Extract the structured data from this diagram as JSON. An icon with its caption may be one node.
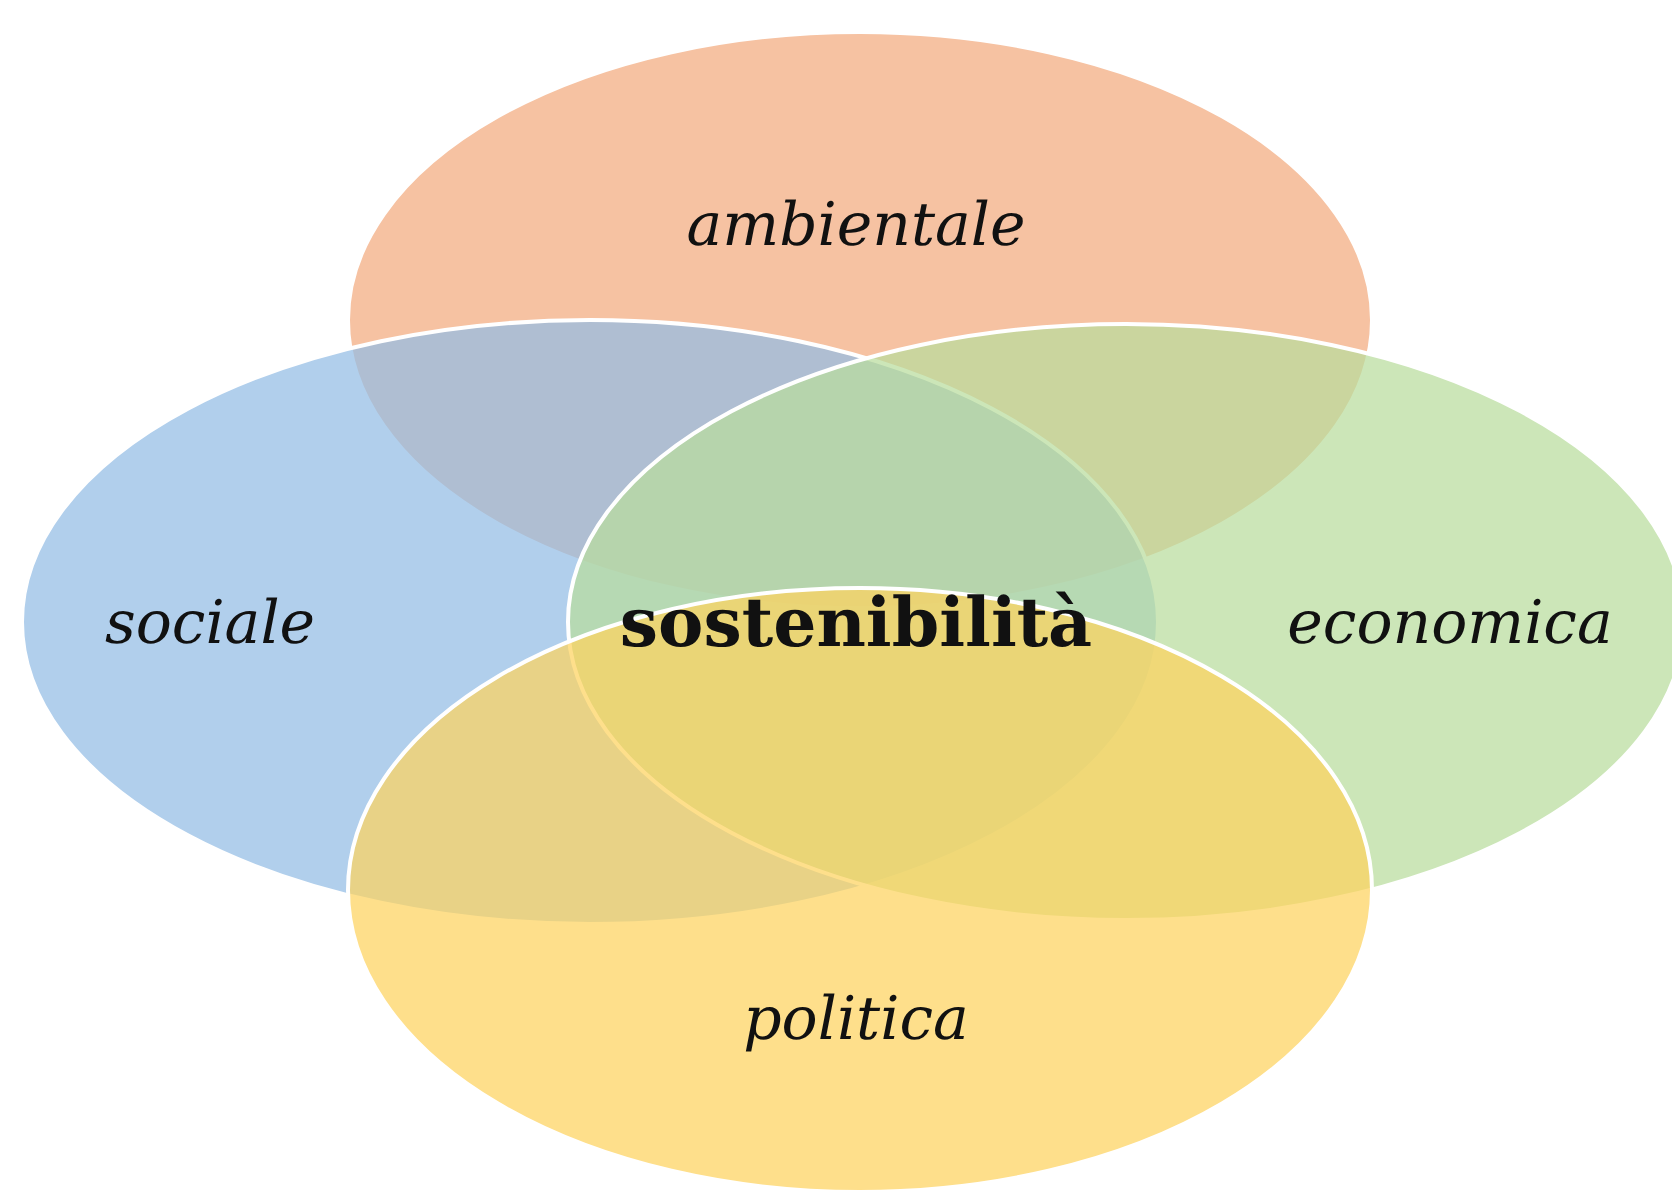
{
  "diagram": {
    "nodes": [
      {
        "text": [
          "ambientale"
        ]
      },
      {
        "text": [
          "sociale"
        ]
      },
      {
        "text": [
          "economica"
        ]
      },
      {
        "text": [
          "politica"
        ]
      }
    ],
    "labels": [
      "sostenibilità"
    ]
  }
}
